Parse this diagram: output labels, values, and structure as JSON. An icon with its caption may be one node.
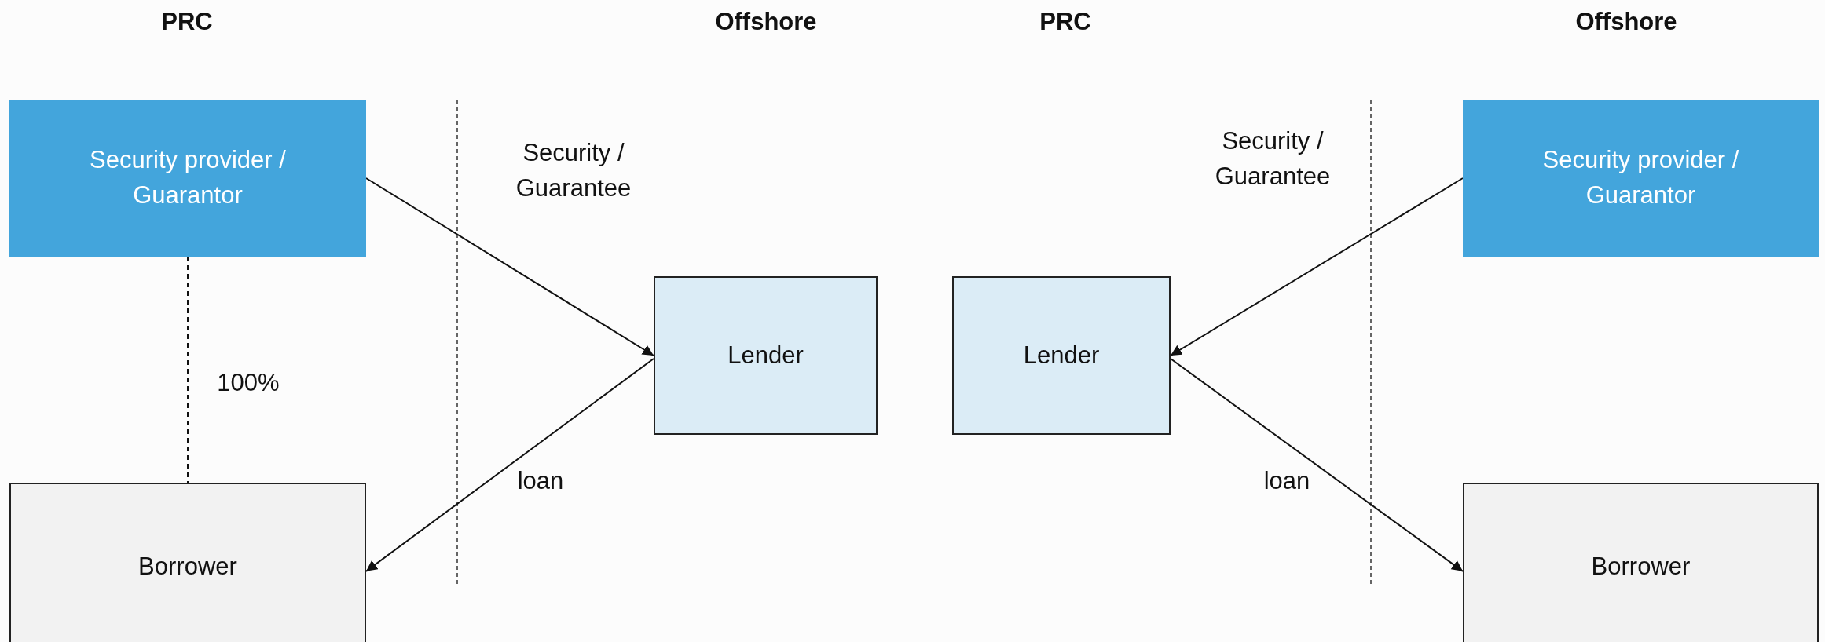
{
  "diagram": {
    "nodes": [
      {
        "text": [
          "Security provider / Guarantor"
        ]
      },
      {
        "text": [
          "Lender"
        ]
      },
      {
        "text": [
          "Borrower"
        ]
      },
      {
        "text": [
          "Lender"
        ]
      },
      {
        "text": [
          "Security provider / Guarantor"
        ]
      },
      {
        "text": [
          "Borrower"
        ]
      }
    ],
    "edges": [
      {
        "from": 0,
        "to": 1,
        "arrow": "to",
        "label": "Security / Guarantee"
      },
      {
        "from": 1,
        "to": 2,
        "arrow": "to",
        "label": "loan"
      },
      {
        "from": 0,
        "to": 2,
        "arrow": "none",
        "style": "dashed",
        "label": "100%"
      },
      {
        "from": 4,
        "to": 3,
        "arrow": "to",
        "label": "Security / Guarantee"
      },
      {
        "from": 3,
        "to": 5,
        "arrow": "to",
        "label": "loan"
      }
    ],
    "labels": [
      "PRC",
      "Offshore",
      "PRC",
      "Offshore"
    ]
  }
}
